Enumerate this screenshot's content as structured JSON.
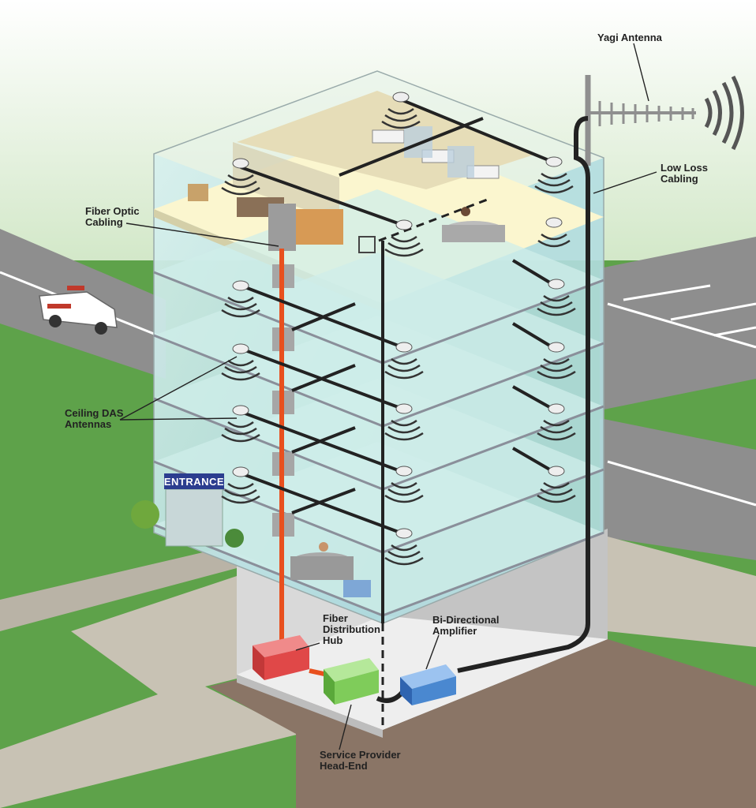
{
  "labels": {
    "yagi_antenna": "Yagi Antenna",
    "low_loss_cabling": [
      "Low Loss",
      "Cabling"
    ],
    "fiber_optic_cabling": [
      "Fiber Optic",
      "Cabling"
    ],
    "ceiling_das_antennas": [
      "Ceiling DAS",
      "Antennas"
    ],
    "fiber_distribution_hub": [
      "Fiber",
      "Distribution",
      "Hub"
    ],
    "bi_directional_amplifier": [
      "Bi-Directional",
      "Amplifier"
    ],
    "service_provider_head_end": [
      "Service Provider",
      "Head-End"
    ]
  },
  "signage": {
    "entrance": "ENTRANCE"
  },
  "colors": {
    "grass": "#5ea24a",
    "road": "#8e8e8e",
    "ground": "#8a7566",
    "glass": "#bfe3e6",
    "top_floor": "#fbf6cf",
    "fiber": "#e8501e",
    "cable": "#222222",
    "hub": "#e04848",
    "head_end": "#7fcc5a",
    "amplifier": "#4a88d0",
    "sign": "#2b3d8f"
  }
}
